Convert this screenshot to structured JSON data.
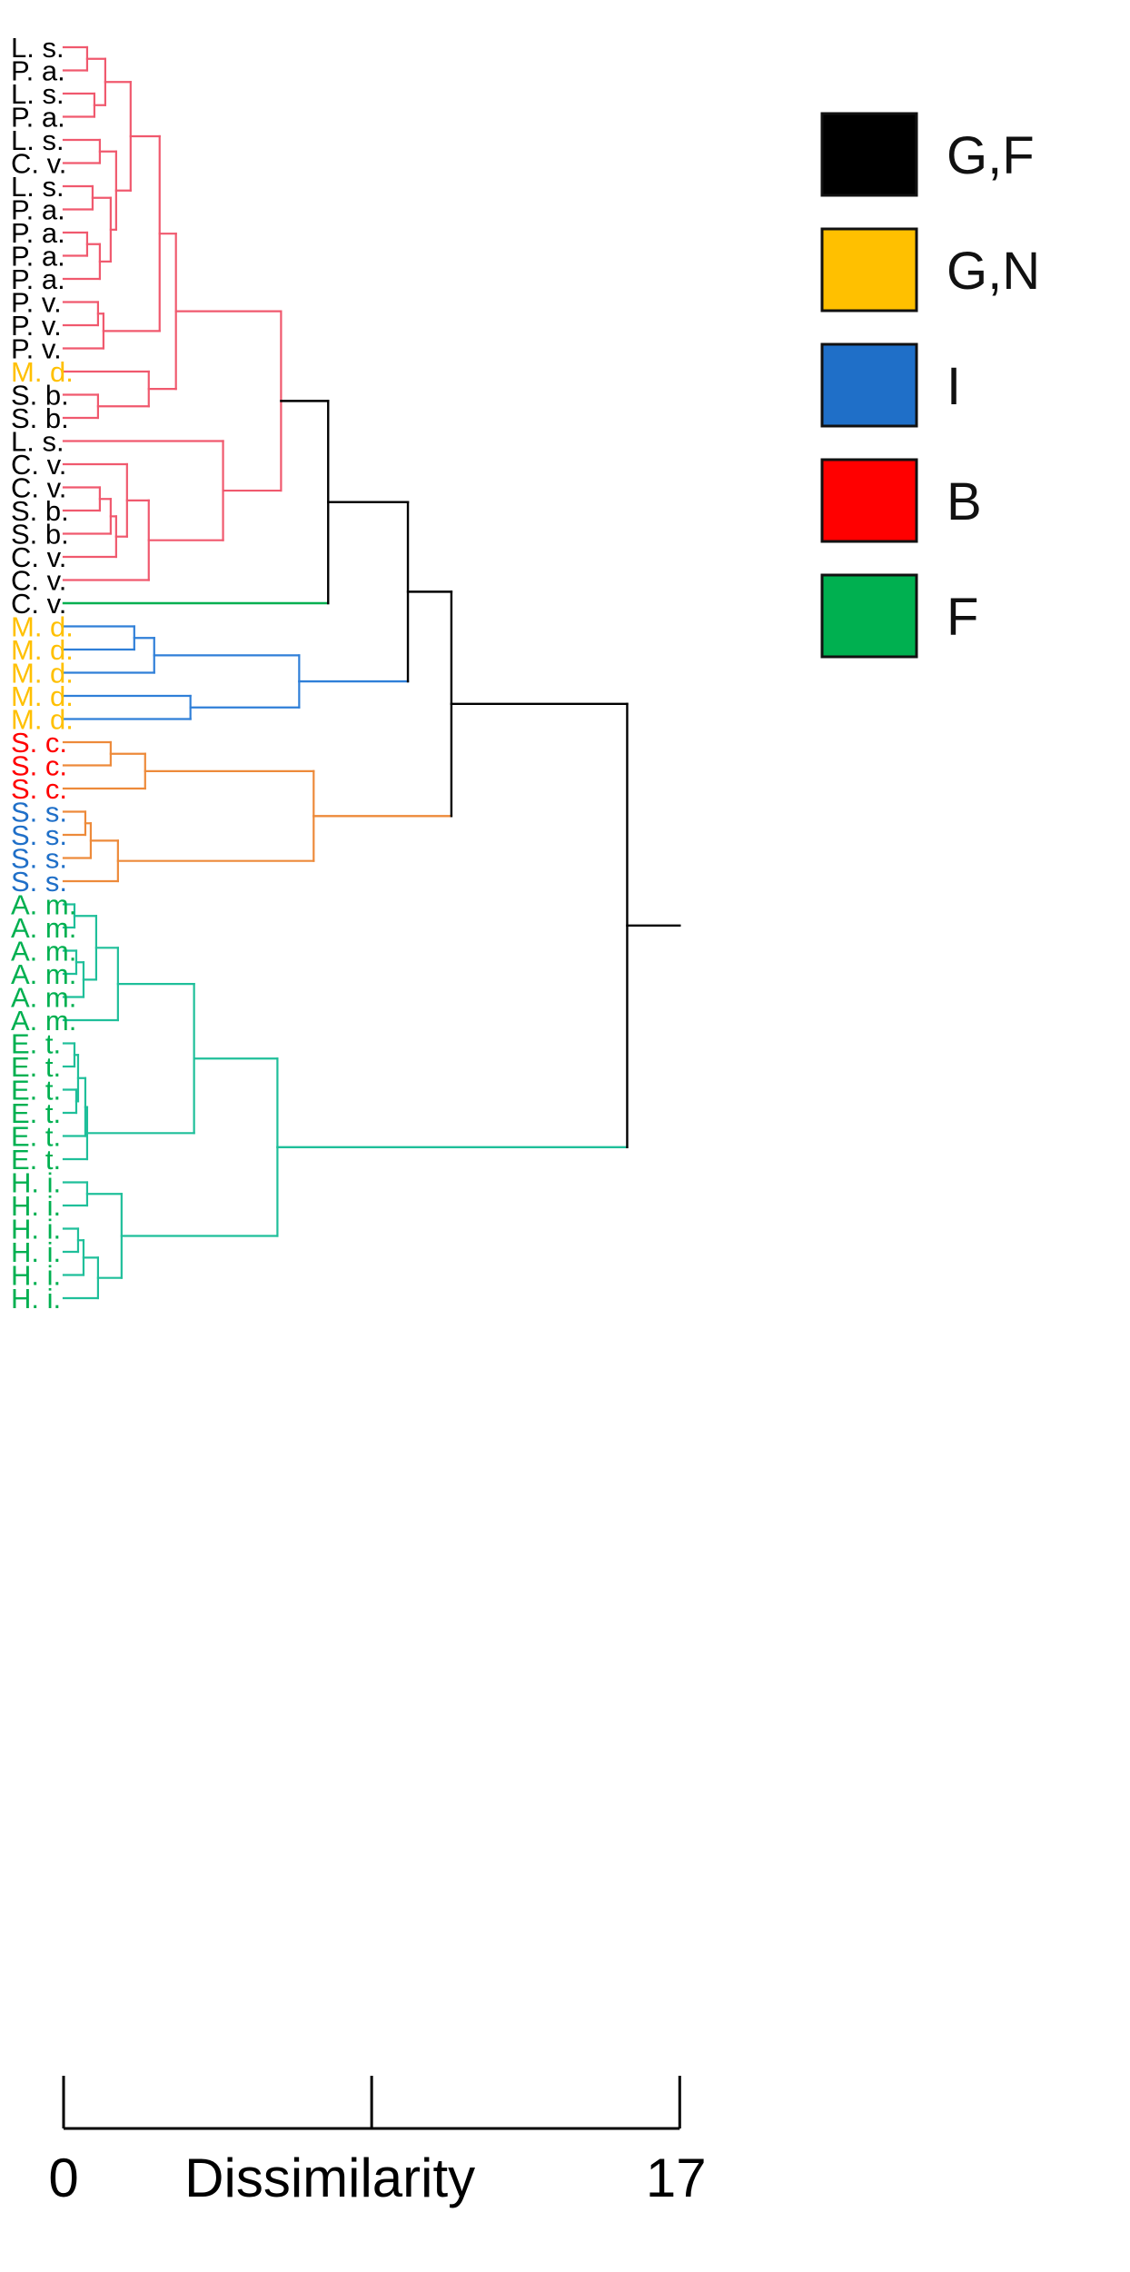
{
  "chart_data": {
    "type": "dendrogram",
    "leaves": [
      {
        "label": "L. s.",
        "color": "#000000"
      },
      {
        "label": "P. a.",
        "color": "#000000"
      },
      {
        "label": "L. s.",
        "color": "#000000"
      },
      {
        "label": "P. a.",
        "color": "#000000"
      },
      {
        "label": "L. s.",
        "color": "#000000"
      },
      {
        "label": "C. v.",
        "color": "#000000"
      },
      {
        "label": "L. s.",
        "color": "#000000"
      },
      {
        "label": "P. a.",
        "color": "#000000"
      },
      {
        "label": "P. a.",
        "color": "#000000"
      },
      {
        "label": "P. a.",
        "color": "#000000"
      },
      {
        "label": "P. a.",
        "color": "#000000"
      },
      {
        "label": "P. v.",
        "color": "#000000"
      },
      {
        "label": "P. v.",
        "color": "#000000"
      },
      {
        "label": "P. v.",
        "color": "#000000"
      },
      {
        "label": "M. d.",
        "color": "#FFC000"
      },
      {
        "label": "S. b.",
        "color": "#000000"
      },
      {
        "label": "S. b.",
        "color": "#000000"
      },
      {
        "label": "L. s.",
        "color": "#000000"
      },
      {
        "label": "C. v.",
        "color": "#000000"
      },
      {
        "label": "C. v.",
        "color": "#000000"
      },
      {
        "label": "S. b.",
        "color": "#000000"
      },
      {
        "label": "S. b.",
        "color": "#000000"
      },
      {
        "label": "C. v.",
        "color": "#000000"
      },
      {
        "label": "C. v.",
        "color": "#000000"
      },
      {
        "label": "C. v.",
        "color": "#000000"
      },
      {
        "label": "M. d.",
        "color": "#FFC000"
      },
      {
        "label": "M. d.",
        "color": "#FFC000"
      },
      {
        "label": "M. d.",
        "color": "#FFC000"
      },
      {
        "label": "M. d.",
        "color": "#FFC000"
      },
      {
        "label": "M. d.",
        "color": "#FFC000"
      },
      {
        "label": "S. c.",
        "color": "#FF0000"
      },
      {
        "label": "S. c.",
        "color": "#FF0000"
      },
      {
        "label": "S. c.",
        "color": "#FF0000"
      },
      {
        "label": "S. s.",
        "color": "#1F6FC8"
      },
      {
        "label": "S. s.",
        "color": "#1F6FC8"
      },
      {
        "label": "S. s.",
        "color": "#1F6FC8"
      },
      {
        "label": "S. s.",
        "color": "#1F6FC8"
      },
      {
        "label": "A. m.",
        "color": "#00B050"
      },
      {
        "label": "A. m.",
        "color": "#00B050"
      },
      {
        "label": "A. m.",
        "color": "#00B050"
      },
      {
        "label": "A. m.",
        "color": "#00B050"
      },
      {
        "label": "A. m.",
        "color": "#00B050"
      },
      {
        "label": "A. m.",
        "color": "#00B050"
      },
      {
        "label": "E. t.",
        "color": "#00B050"
      },
      {
        "label": "E. t.",
        "color": "#00B050"
      },
      {
        "label": "E. t.",
        "color": "#00B050"
      },
      {
        "label": "E. t.",
        "color": "#00B050"
      },
      {
        "label": "E. t.",
        "color": "#00B050"
      },
      {
        "label": "E. t.",
        "color": "#00B050"
      },
      {
        "label": "H. i.",
        "color": "#00B050"
      },
      {
        "label": "H. i.",
        "color": "#00B050"
      },
      {
        "label": "H. i.",
        "color": "#00B050"
      },
      {
        "label": "H. i.",
        "color": "#00B050"
      },
      {
        "label": "H. i.",
        "color": "#00B050"
      },
      {
        "label": "H. i.",
        "color": "#00B050"
      }
    ],
    "branch_colors": {
      "red_clade": "#F0596E",
      "green_branch": "#00B050",
      "blue_clade": "#2F7FD8",
      "orange_clade": "#ED8A3A",
      "teal_clade": "#1FBF9A",
      "root": "#000000"
    },
    "merges": [
      {
        "a": "L0",
        "b": "L1",
        "h": 0.65,
        "c": "red_clade"
      },
      {
        "a": "L2",
        "b": "L3",
        "h": 0.85,
        "c": "red_clade"
      },
      {
        "a": "M0",
        "b": "M1",
        "h": 1.15,
        "c": "red_clade"
      },
      {
        "a": "L4",
        "b": "L5",
        "h": 1.0,
        "c": "red_clade"
      },
      {
        "a": "L6",
        "b": "L7",
        "h": 0.8,
        "c": "red_clade"
      },
      {
        "a": "L8",
        "b": "L9",
        "h": 0.65,
        "c": "red_clade"
      },
      {
        "a": "M5",
        "b": "L10",
        "h": 1.0,
        "c": "red_clade"
      },
      {
        "a": "M4",
        "b": "M6",
        "h": 1.3,
        "c": "red_clade"
      },
      {
        "a": "M3",
        "b": "M7",
        "h": 1.45,
        "c": "red_clade"
      },
      {
        "a": "M2",
        "b": "M8",
        "h": 1.85,
        "c": "red_clade"
      },
      {
        "a": "L11",
        "b": "L12",
        "h": 0.95,
        "c": "red_clade"
      },
      {
        "a": "M10",
        "b": "L13",
        "h": 1.1,
        "c": "red_clade"
      },
      {
        "a": "M9",
        "b": "M11",
        "h": 2.65,
        "c": "red_clade"
      },
      {
        "a": "L15",
        "b": "L16",
        "h": 0.95,
        "c": "red_clade"
      },
      {
        "a": "L14",
        "b": "M13",
        "h": 2.35,
        "c": "red_clade"
      },
      {
        "a": "M12",
        "b": "M14",
        "h": 3.1,
        "c": "red_clade"
      },
      {
        "a": "L19",
        "b": "L20",
        "h": 1.0,
        "c": "red_clade"
      },
      {
        "a": "M16",
        "b": "L21",
        "h": 1.3,
        "c": "red_clade"
      },
      {
        "a": "M17",
        "b": "L22",
        "h": 1.45,
        "c": "red_clade"
      },
      {
        "a": "L18",
        "b": "M18",
        "h": 1.75,
        "c": "red_clade"
      },
      {
        "a": "M19",
        "b": "L23",
        "h": 2.35,
        "c": "red_clade"
      },
      {
        "a": "L17",
        "b": "M20",
        "h": 4.4,
        "c": "red_clade"
      },
      {
        "a": "M15",
        "b": "M21",
        "h": 6.0,
        "c": "red_clade"
      },
      {
        "a": "M22",
        "b": "L24",
        "h": 7.3,
        "c": "root",
        "c2": "green_branch"
      },
      {
        "a": "L25",
        "b": "L26",
        "h": 1.95,
        "c": "blue_clade"
      },
      {
        "a": "M24",
        "b": "L27",
        "h": 2.5,
        "c": "blue_clade"
      },
      {
        "a": "L28",
        "b": "L29",
        "h": 3.5,
        "c": "blue_clade"
      },
      {
        "a": "M25",
        "b": "M26",
        "h": 6.5,
        "c": "blue_clade"
      },
      {
        "a": "M23",
        "b": "M27",
        "h": 9.5,
        "c": "root",
        "c2": "blue_clade"
      },
      {
        "a": "L30",
        "b": "L31",
        "h": 1.3,
        "c": "orange_clade"
      },
      {
        "a": "M29",
        "b": "L32",
        "h": 2.25,
        "c": "orange_clade"
      },
      {
        "a": "L33",
        "b": "L34",
        "h": 0.6,
        "c": "orange_clade"
      },
      {
        "a": "M31",
        "b": "L35",
        "h": 0.75,
        "c": "orange_clade"
      },
      {
        "a": "M32",
        "b": "L36",
        "h": 1.5,
        "c": "orange_clade"
      },
      {
        "a": "M30",
        "b": "M33",
        "h": 6.9,
        "c": "orange_clade"
      },
      {
        "a": "M28",
        "b": "M34",
        "h": 10.7,
        "c": "root",
        "c2": "orange_clade"
      },
      {
        "a": "L37",
        "b": "L38",
        "h": 0.3,
        "c": "teal_clade"
      },
      {
        "a": "L39",
        "b": "L40",
        "h": 0.35,
        "c": "teal_clade"
      },
      {
        "a": "M37",
        "b": "L41",
        "h": 0.55,
        "c": "teal_clade"
      },
      {
        "a": "M36",
        "b": "M38",
        "h": 0.9,
        "c": "teal_clade"
      },
      {
        "a": "M39",
        "b": "L42",
        "h": 1.5,
        "c": "teal_clade"
      },
      {
        "a": "L43",
        "b": "L44",
        "h": 0.3,
        "c": "teal_clade"
      },
      {
        "a": "L45",
        "b": "L46",
        "h": 0.35,
        "c": "teal_clade"
      },
      {
        "a": "M41",
        "b": "M42",
        "h": 0.4,
        "c": "teal_clade"
      },
      {
        "a": "M43",
        "b": "L47",
        "h": 0.6,
        "c": "teal_clade"
      },
      {
        "a": "M44",
        "b": "L48",
        "h": 0.65,
        "c": "teal_clade"
      },
      {
        "a": "M40",
        "b": "M45",
        "h": 3.6,
        "c": "teal_clade"
      },
      {
        "a": "L49",
        "b": "L50",
        "h": 0.65,
        "c": "teal_clade"
      },
      {
        "a": "L51",
        "b": "L52",
        "h": 0.4,
        "c": "teal_clade"
      },
      {
        "a": "M48",
        "b": "L53",
        "h": 0.55,
        "c": "teal_clade"
      },
      {
        "a": "M49",
        "b": "L54",
        "h": 0.95,
        "c": "teal_clade"
      },
      {
        "a": "M47",
        "b": "M50",
        "h": 1.6,
        "c": "teal_clade"
      },
      {
        "a": "M46",
        "b": "M51",
        "h": 5.9,
        "c": "teal_clade"
      },
      {
        "a": "M35",
        "b": "M52",
        "h": 15.55,
        "c": "root",
        "c2": "teal_clade"
      }
    ],
    "root_height": 17,
    "axis": {
      "min": 0,
      "max": 17,
      "ticks": [
        0,
        8.5,
        17
      ],
      "tick_labels": [
        "0",
        "",
        "17"
      ],
      "label": "Dissimilarity"
    },
    "legend": [
      {
        "label": "G,F",
        "color": "#000000"
      },
      {
        "label": "G,N",
        "color": "#FFC000"
      },
      {
        "label": "I",
        "color": "#1F6FC8"
      },
      {
        "label": "B",
        "color": "#FF0000"
      },
      {
        "label": "F",
        "color": "#00B050"
      }
    ]
  }
}
